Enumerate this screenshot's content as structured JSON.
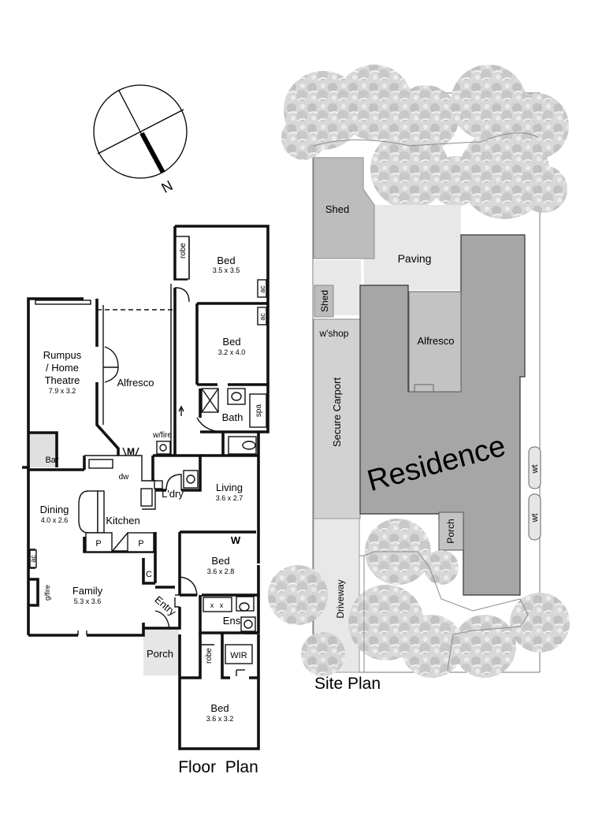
{
  "compass": {
    "north_label": "N"
  },
  "titles": {
    "floor_plan": "Floor  Plan",
    "site_plan": "Site Plan"
  },
  "rooms": {
    "bed1": {
      "name": "Bed",
      "dims": "3.5 x 3.5"
    },
    "bed2": {
      "name": "Bed",
      "dims": "3.2 x 4.0"
    },
    "bed3": {
      "name": "Bed",
      "dims": "3.6 x 2.8"
    },
    "bed4": {
      "name": "Bed",
      "dims": "3.6 x 3.2"
    },
    "rumpus": {
      "name_line1": "Rumpus",
      "name_line2": "/ Home",
      "name_line3": "Theatre",
      "dims": "7.9 x 3.2"
    },
    "alfresco": {
      "name": "Alfresco"
    },
    "living": {
      "name": "Living",
      "dims": "3.6 x 2.7"
    },
    "dining": {
      "name": "Dining",
      "dims": "4.0 x 2.6"
    },
    "kitchen": {
      "name": "Kitchen"
    },
    "family": {
      "name": "Family",
      "dims": "5.3 x 3.6"
    },
    "bath": {
      "name": "Bath"
    },
    "laundry": {
      "name": "L'dry"
    },
    "ensuite": {
      "name": "Ens"
    },
    "wir": {
      "name": "WIR"
    },
    "entry": {
      "name": "Entry"
    },
    "porch": {
      "name": "Porch"
    }
  },
  "fixtures": {
    "robe": "robe",
    "ac": "ac",
    "spa": "spa",
    "wfire": "w/fire",
    "gfire": "g/fire",
    "bar": "Bar",
    "dw": "dw",
    "pantry": "P",
    "cupboard": "C",
    "wm": "W",
    "alf_m": "M",
    "x": "x"
  },
  "site": {
    "shed": "Shed",
    "paving": "Paving",
    "wshop": "w'shop",
    "alfresco": "Alfresco",
    "carport": "Secure Carport",
    "residence": "Residence",
    "porch": "Porch",
    "driveway": "Driveway",
    "wt": "wt"
  }
}
